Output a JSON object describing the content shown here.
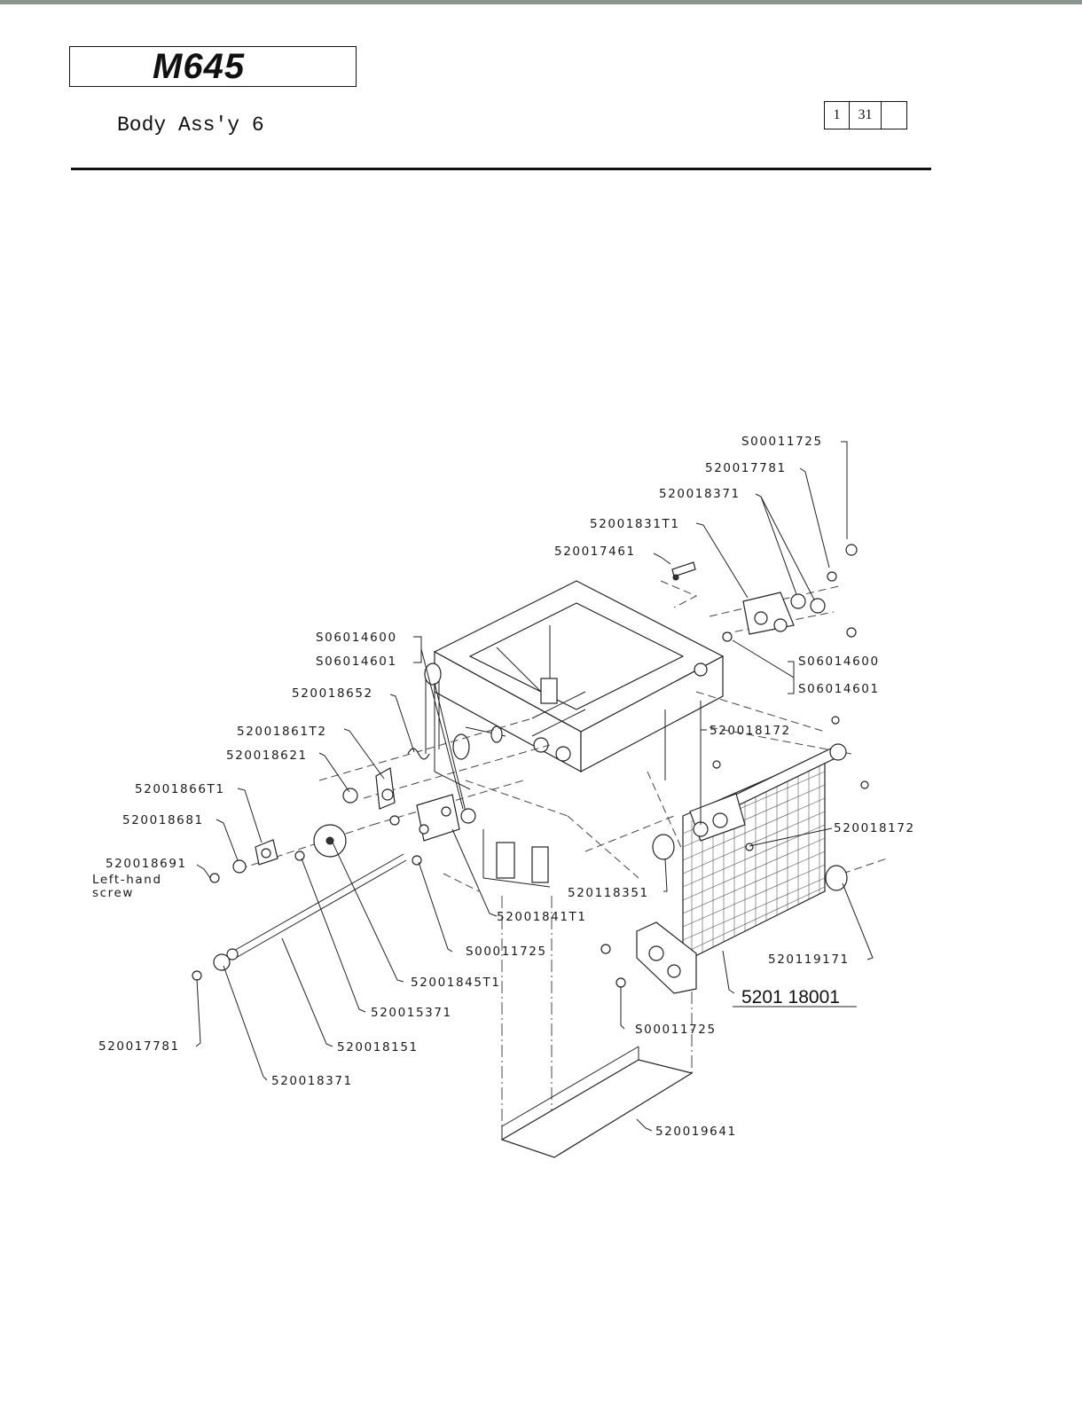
{
  "header": {
    "model": "M645",
    "subtitle": "Body Ass'y 6",
    "page_ref": [
      "1",
      "31",
      ""
    ]
  },
  "callouts": [
    "S00011725",
    "520017781",
    "520018371",
    "52001831T1",
    "520017461",
    "S06014600",
    "S06014601",
    "S06014600",
    "S06014601",
    "520018652",
    "52001861T2",
    "520018621",
    "52001866T1",
    "520018681",
    "520018691",
    "Left-hand",
    "screw",
    "520018172",
    "520018172",
    "520118351",
    "52001841T1",
    "S00011725",
    "52001845T1",
    "520015371",
    "520018151",
    "520017781",
    "520018371",
    "520119171",
    "5201 18001",
    "S00011725",
    "520019641"
  ]
}
